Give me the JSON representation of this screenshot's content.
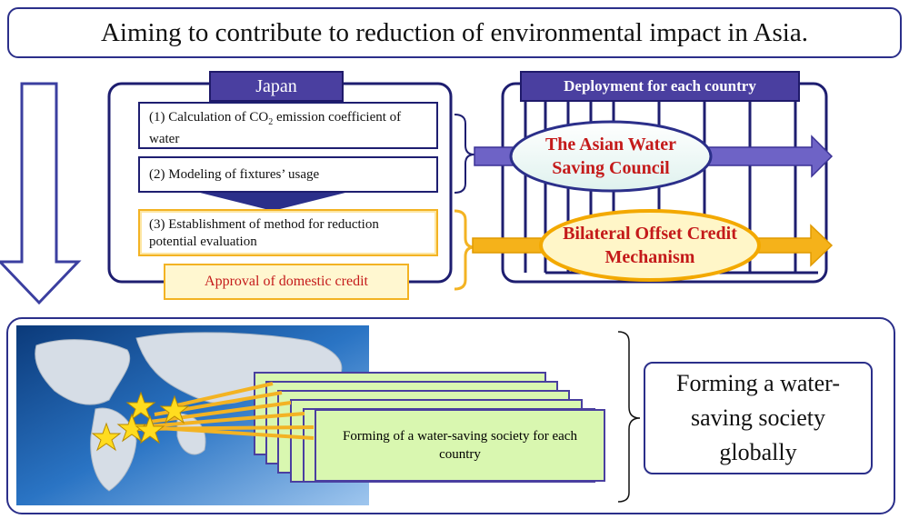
{
  "header": {
    "title": "Aiming to contribute to reduction of environmental impact in Asia."
  },
  "japan": {
    "tab_label": "Japan",
    "step1_prefix": "(1) Calculation of CO",
    "step1_sub": "2",
    "step1_suffix": " emission coefficient of water",
    "step2": "(2) Modeling of fixtures’ usage",
    "step3": "(3) Establishment of method for reduction potential evaluation",
    "approval": "Approval of domestic credit"
  },
  "deployment": {
    "tab_label": "Deployment for each country",
    "council": "The Asian  Water Saving Council",
    "mechanism": "Bilateral Offset Credit Mechanism"
  },
  "bottom": {
    "card_text": "Forming of a water-saving society for each country",
    "global_text": "Forming a water-saving society globally"
  },
  "colors": {
    "navy": "#2b2f8a",
    "purple": "#4a3fa0",
    "gold": "#f3b323",
    "red_text": "#c41a1a",
    "card_green": "#d9f7b0",
    "map_blue": "#1f5ea8"
  }
}
